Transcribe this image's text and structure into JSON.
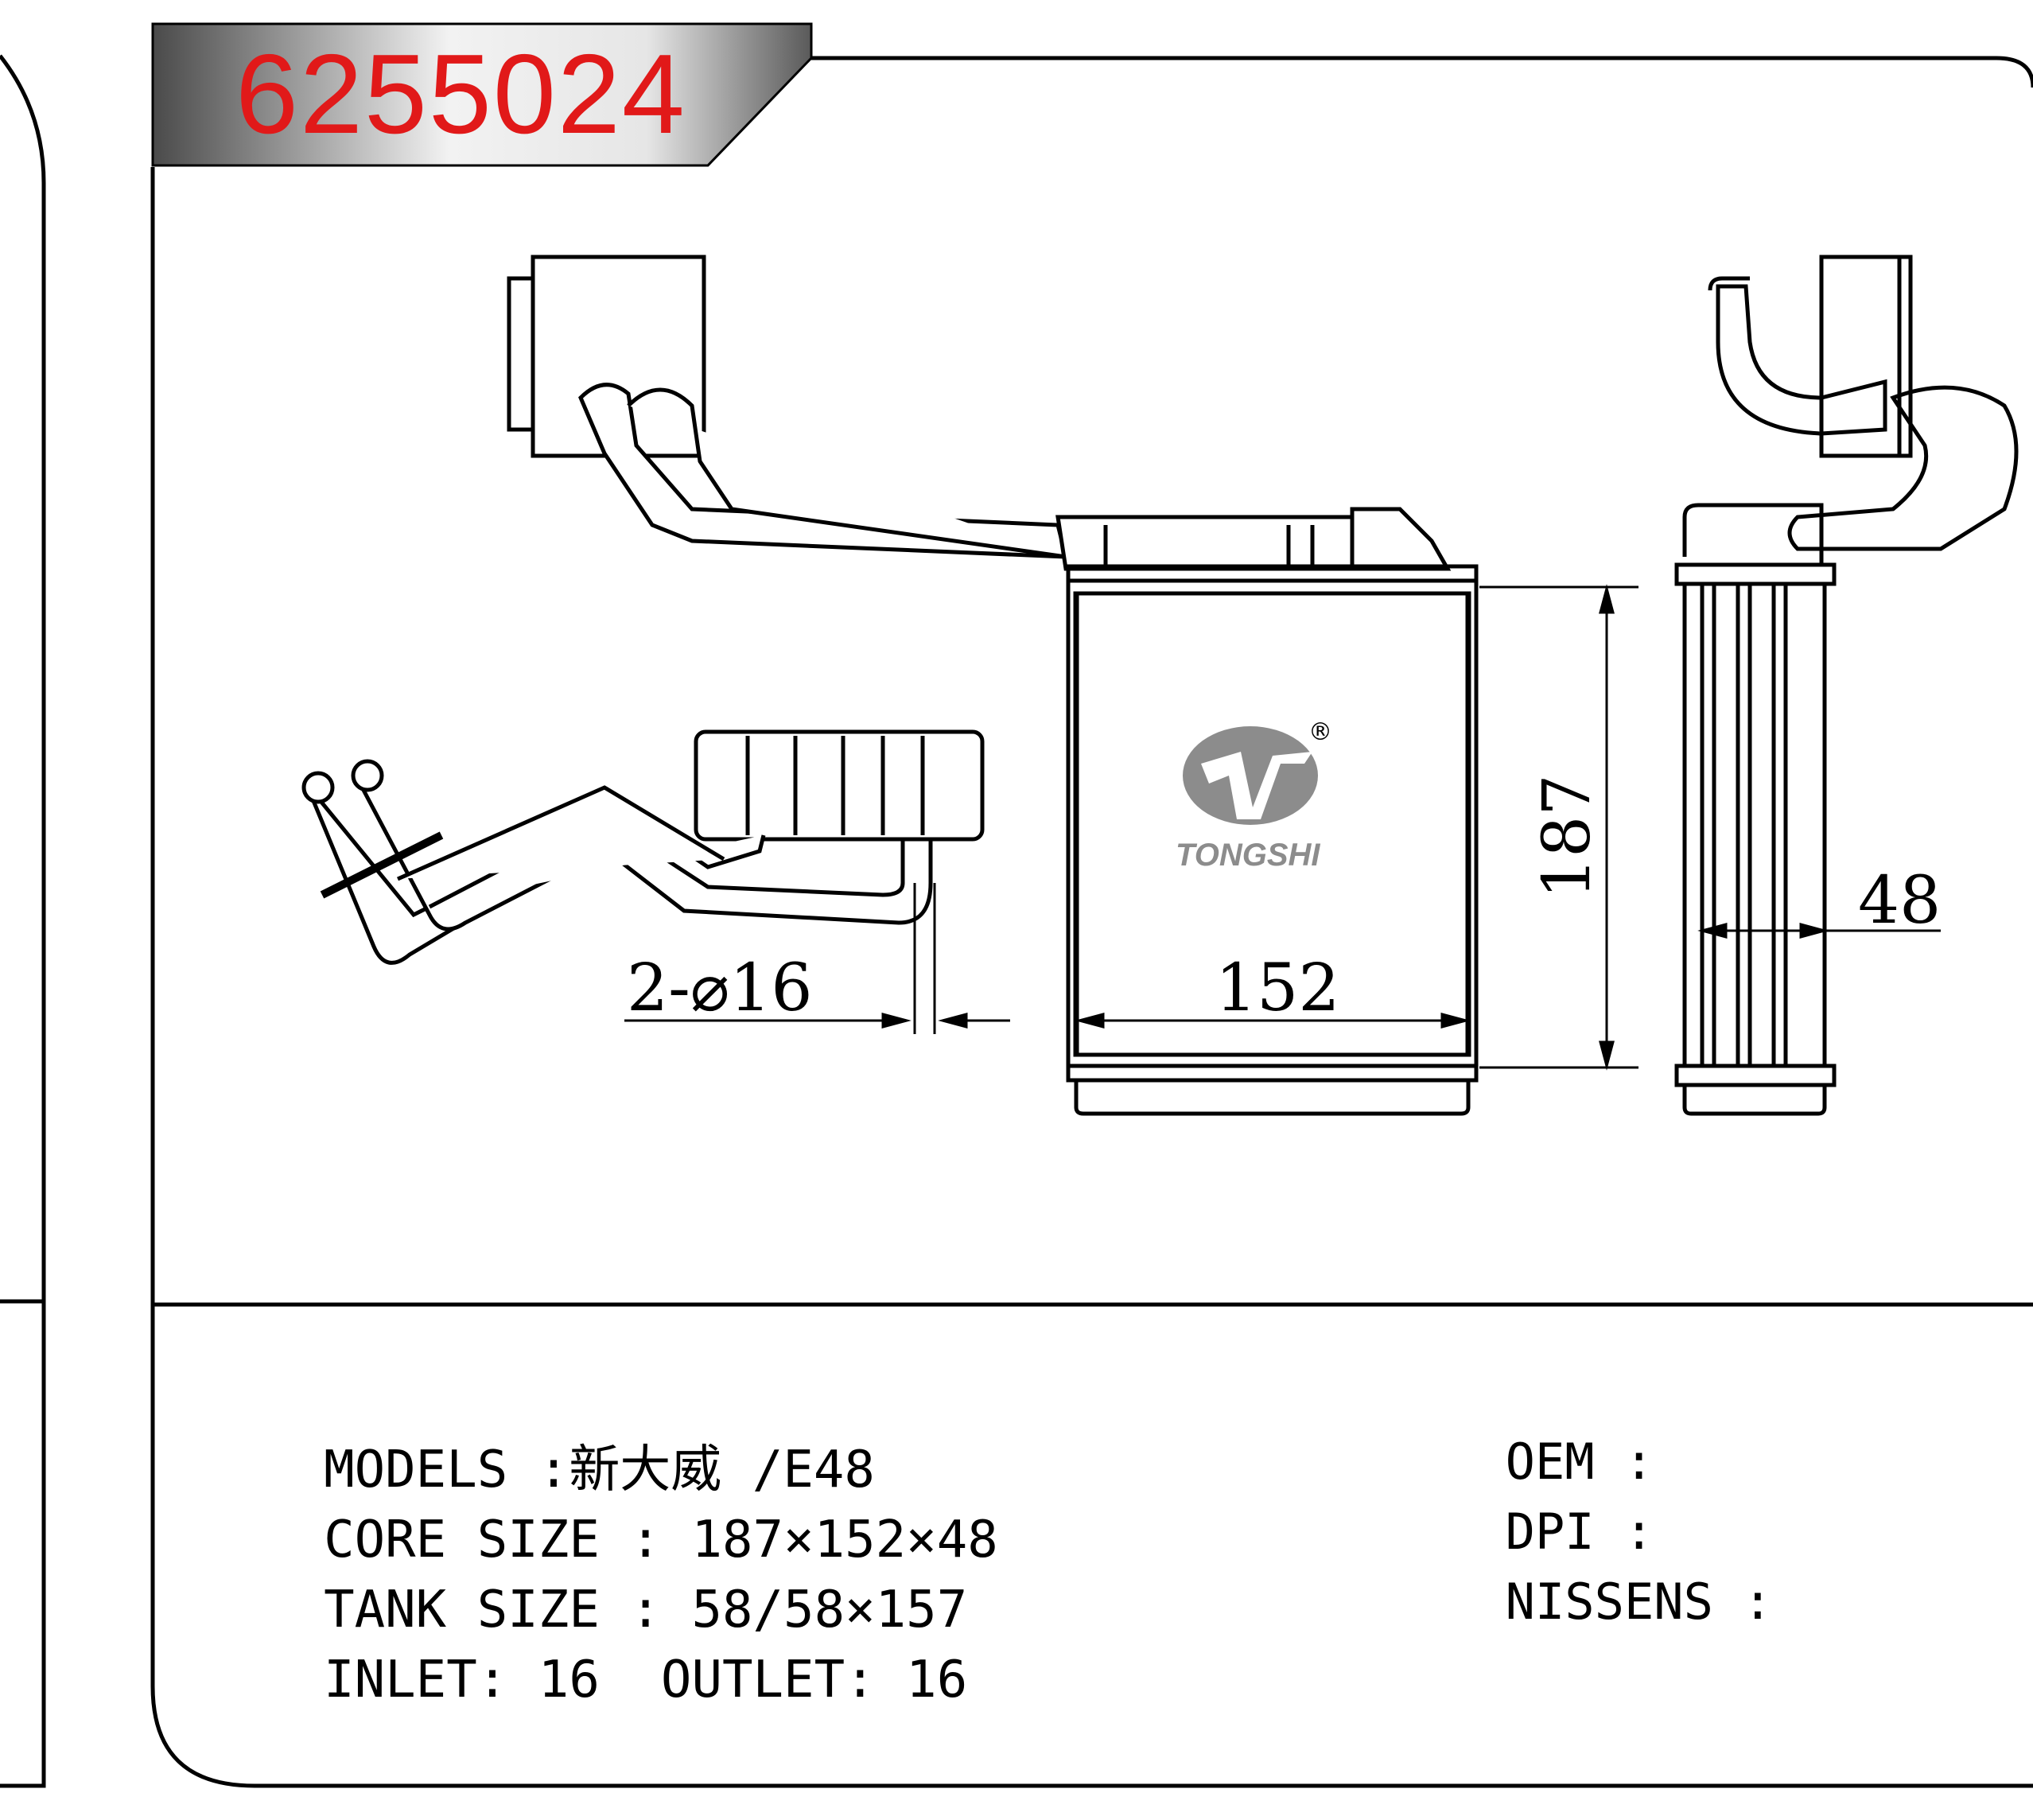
{
  "part_number": "6255024",
  "brand": {
    "name": "TONGSHI",
    "registered_mark": "®"
  },
  "dimensions": {
    "height": "187",
    "width": "152",
    "depth": "48",
    "pipe": "2-⌀16"
  },
  "specs": {
    "models_label": "MODELS :",
    "models_value": "新大威 /E48",
    "core_label": "CORE SIZE : ",
    "core_value": "187×152×48",
    "tank_label": "TANK SIZE : ",
    "tank_value": "58/58×157",
    "inlet_label": "INLET: ",
    "inlet_value": "16",
    "outlet_label": "OUTLET: ",
    "outlet_value": "16"
  },
  "references": {
    "oem_label": "OEM :",
    "oem_value": "",
    "dpi_label": "DPI :",
    "dpi_value": "",
    "nissens_label": "NISSENS :",
    "nissens_value": ""
  },
  "colors": {
    "title_red": "#e11919",
    "line": "#000000",
    "logo_gray": "#8c8c8c"
  }
}
